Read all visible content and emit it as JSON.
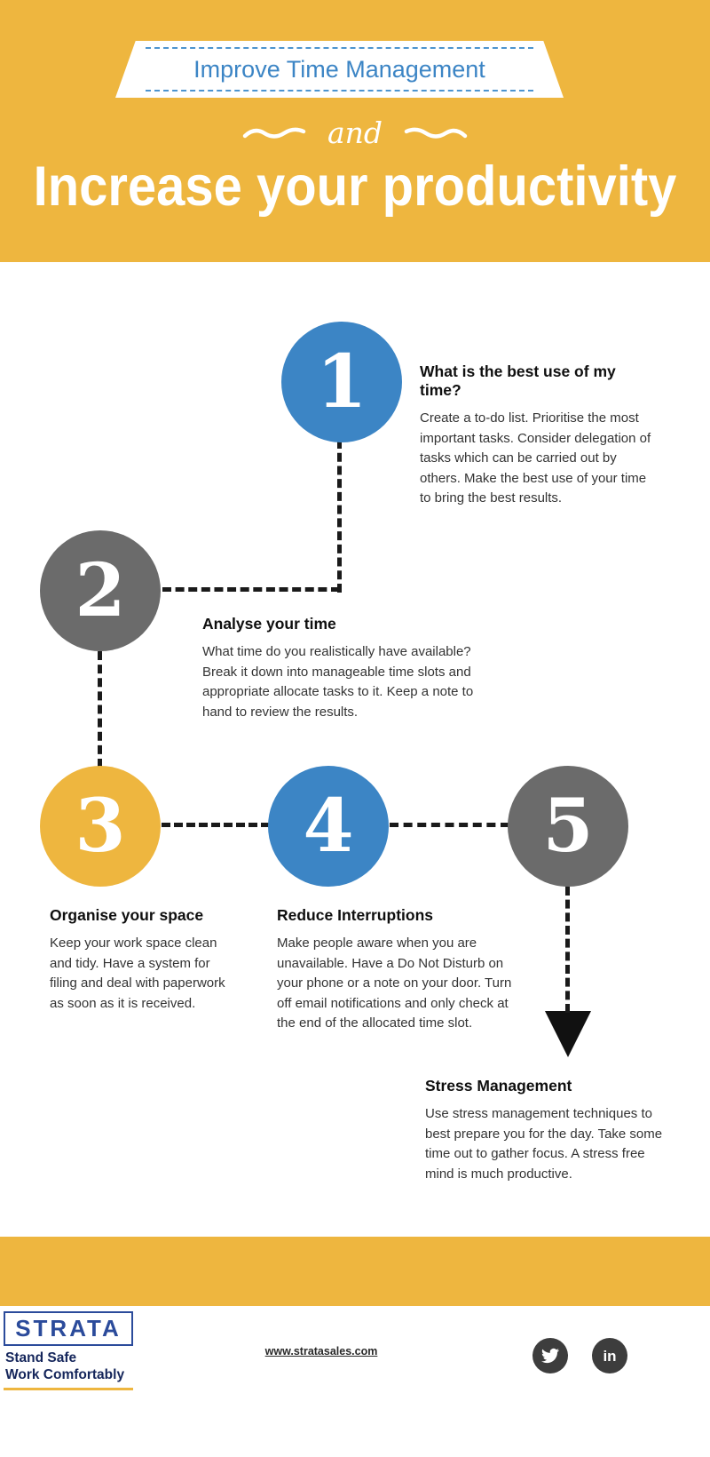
{
  "header": {
    "banner_title": "Improve Time Management",
    "connector_word": "and",
    "main_title": "Increase your productivity"
  },
  "steps": [
    {
      "number": "1",
      "color": "#3C85C5",
      "title": "What is the best use of my time?",
      "body": "Create a to-do list. Prioritise the most important tasks. Consider delegation of tasks which can be carried out by others. Make the best use of your time to bring the best results."
    },
    {
      "number": "2",
      "color": "#6B6B6B",
      "title": "Analyse your time",
      "body": "What time do you realistically have available? Break it down into manageable time slots and appropriate allocate tasks to it. Keep a note to hand to review the results."
    },
    {
      "number": "3",
      "color": "#EEB63F",
      "title": "Organise your space",
      "body": "Keep your work space clean and tidy. Have a system for filing and deal with paperwork as soon as it is received."
    },
    {
      "number": "4",
      "color": "#3C85C5",
      "title": "Reduce Interruptions",
      "body": "Make people aware when you are unavailable. Have a Do Not Disturb on your phone or a note on your door. Turn off email notifications and only check at the end of the allocated time slot."
    },
    {
      "number": "5",
      "color": "#6B6B6B",
      "title": "Stress Management",
      "body": "Use stress management techniques to best prepare you for the day.  Take some time out to gather focus. A stress free mind is much productive."
    }
  ],
  "footer": {
    "logo_text": "STRATA",
    "tagline_line1": "Stand Safe",
    "tagline_line2": "Work Comfortably",
    "website": "www.stratasales.com",
    "linkedin_glyph": "in",
    "social_icons": [
      "twitter-icon",
      "linkedin-icon"
    ]
  },
  "colors": {
    "accent_yellow": "#EEB63F",
    "accent_blue": "#3C85C5",
    "accent_gray": "#6B6B6B",
    "ribbon_dash_blue": "#4D94CF",
    "connector_black": "#1A1A1A",
    "logo_blue": "#2B4B9B",
    "tagline_navy": "#15265B",
    "social_circle": "#3D3D3D"
  }
}
